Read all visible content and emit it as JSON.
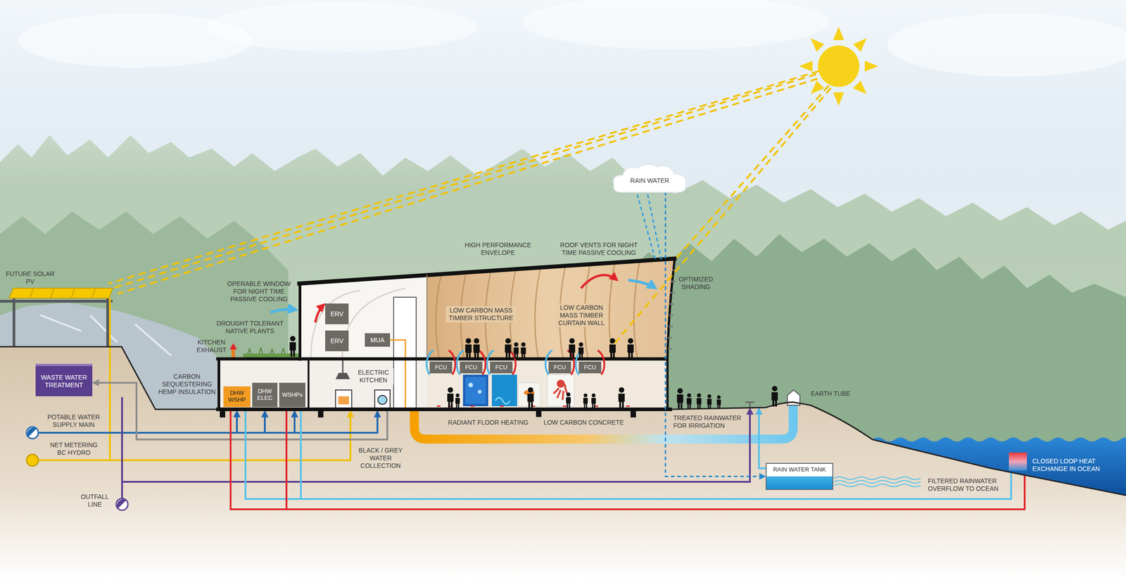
{
  "diagram": {
    "nodes": [
      {
        "text": [
          "RAIN WATER"
        ]
      },
      {
        "text": [
          "ERV"
        ]
      },
      {
        "text": [
          "ERV"
        ]
      },
      {
        "text": [
          "MUA"
        ]
      },
      {
        "text": [
          "WASTE WATER TREATMENT"
        ]
      },
      {
        "text": [
          "DHW WSHP"
        ]
      },
      {
        "text": [
          "DHW ELEC"
        ]
      },
      {
        "text": [
          "WSHPs"
        ]
      },
      {
        "text": [
          "FCU"
        ]
      },
      {
        "text": [
          "FCU"
        ]
      },
      {
        "text": [
          "FCU"
        ]
      },
      {
        "text": [
          "FCU"
        ]
      },
      {
        "text": [
          "FCU"
        ]
      },
      {
        "text": [
          "RAIN WATER TANK"
        ]
      }
    ],
    "edges": [
      {
        "from": 0,
        "to": 13,
        "arrow": "to"
      }
    ],
    "labels": [
      "FUTURE SOLAR PV",
      "OPERABLE WINDOW FOR NIGHT TIME PASSIVE COOLING",
      "KITCHEN EXHAUST",
      "DROUGHT TOLERANT NATIVE PLANTS",
      "HIGH PERFORMANCE ENVELOPE",
      "ROOF VENTS FOR NIGHT TIME PASSIVE COOLING",
      "OPTIMIZED SHADING",
      "LOW CARBON MASS TIMBER STRUCTURE",
      "LOW CARBON MASS TIMBER CURTAIN WALL",
      "ELECTRIC KITCHEN",
      "CARBON SEQUESTERING HEMP INSULATION",
      "EARTH TUBE",
      "POTABLE WATER SUPPLY MAIN",
      "RADIANT FLOOR HEATING",
      "LOW CARBON CONCRETE",
      "TREATED RAINWATER FOR IRRIGATION",
      "NET METERING BC HYDRO",
      "BLACK / GREY WATER COLLECTION",
      "CLOSED LOOP HEAT EXCHANGE IN OCEAN",
      "FILTERED RAINWATER OVERFLOW TO OCEAN",
      "OUTFALL LINE"
    ]
  }
}
